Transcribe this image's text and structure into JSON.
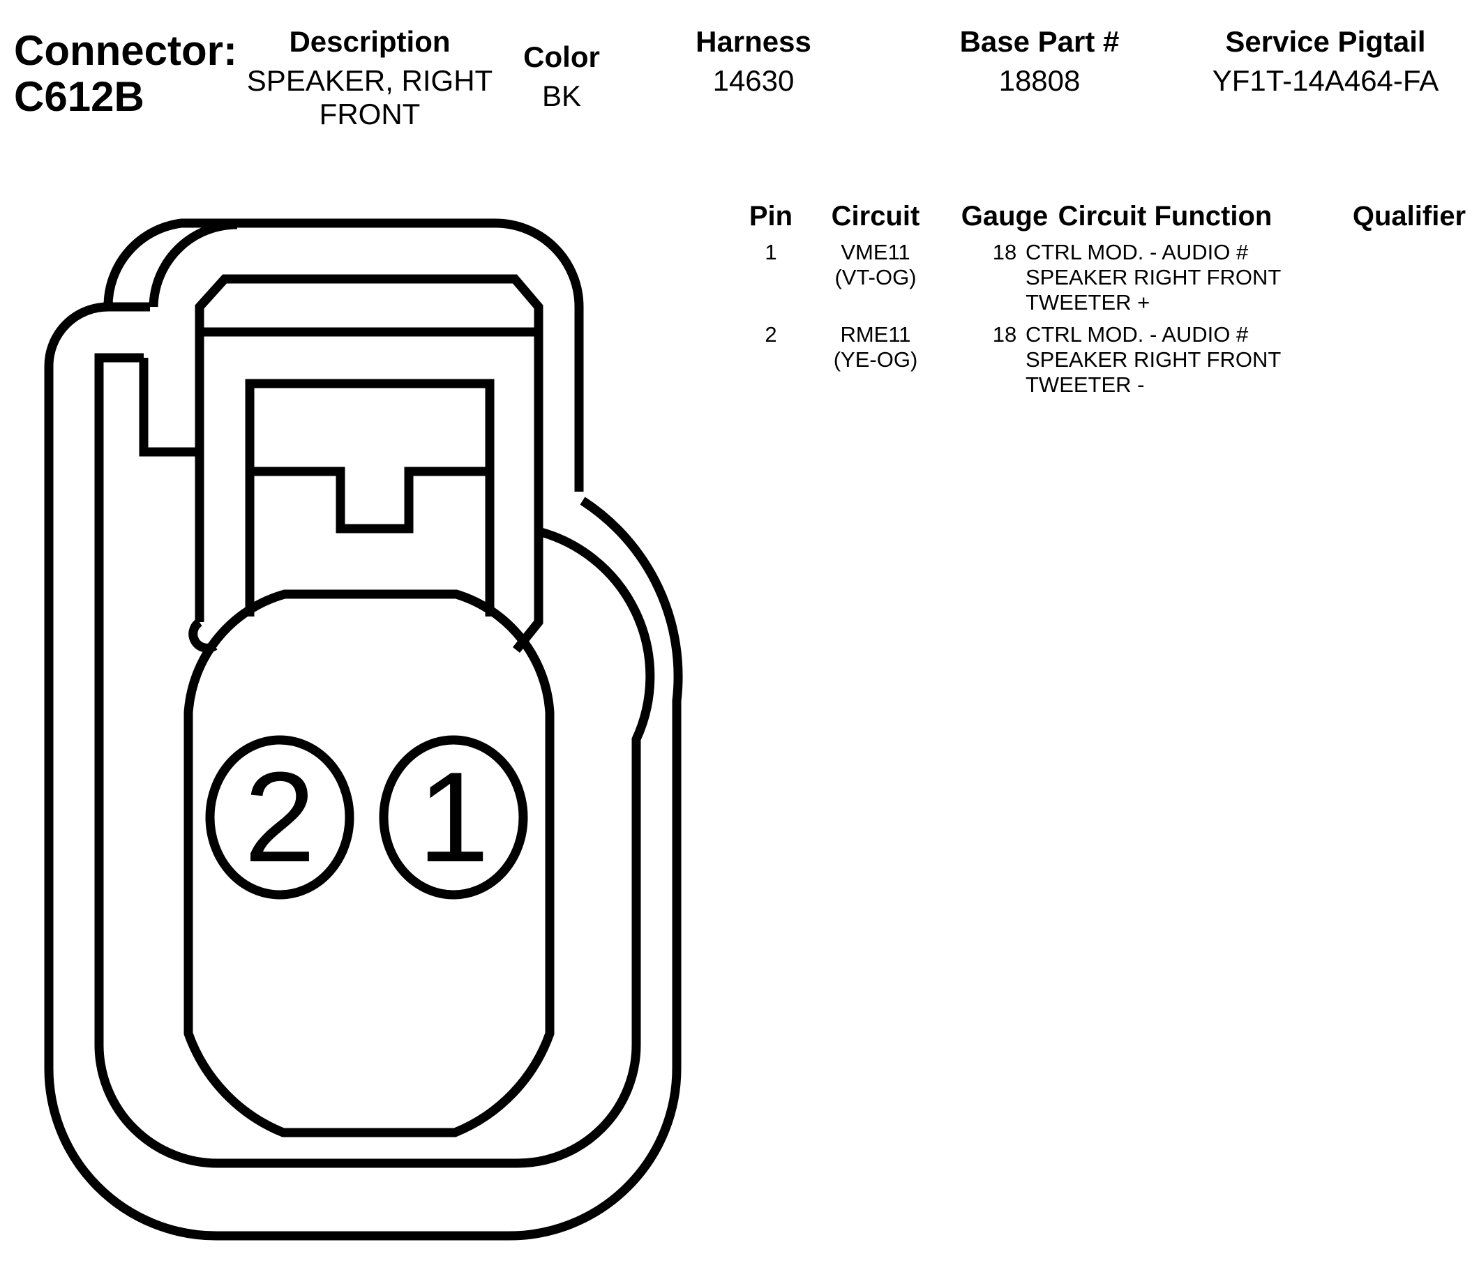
{
  "connector": {
    "label": "Connector:",
    "id": "C612B"
  },
  "header": {
    "description_title": "Description",
    "description_value": "SPEAKER, RIGHT FRONT",
    "color_title": "Color",
    "color_value": "BK",
    "harness_title": "Harness",
    "harness_value": "14630",
    "base_part_title": "Base Part #",
    "base_part_value": "18808",
    "service_pigtail_title": "Service Pigtail",
    "service_pigtail_value": "YF1T-14A464-FA"
  },
  "pin_table": {
    "columns": [
      "Pin",
      "Circuit",
      "Gauge",
      "Circuit Function",
      "Qualifier"
    ],
    "rows": [
      {
        "pin": "1",
        "circuit": "VME11",
        "circuit_color": "(VT-OG)",
        "gauge": "18",
        "function_lines": [
          "CTRL MOD. - AUDIO #",
          "SPEAKER RIGHT FRONT",
          "TWEETER +"
        ],
        "qualifier": ""
      },
      {
        "pin": "2",
        "circuit": "RME11",
        "circuit_color": "(YE-OG)",
        "gauge": "18",
        "function_lines": [
          "CTRL MOD. - AUDIO #",
          "SPEAKER RIGHT FRONT",
          "TWEETER -"
        ],
        "qualifier": ""
      }
    ]
  },
  "diagram": {
    "pin_labels": [
      "2",
      "1"
    ],
    "stroke_color": "#000000",
    "fill_color": "#ffffff"
  }
}
